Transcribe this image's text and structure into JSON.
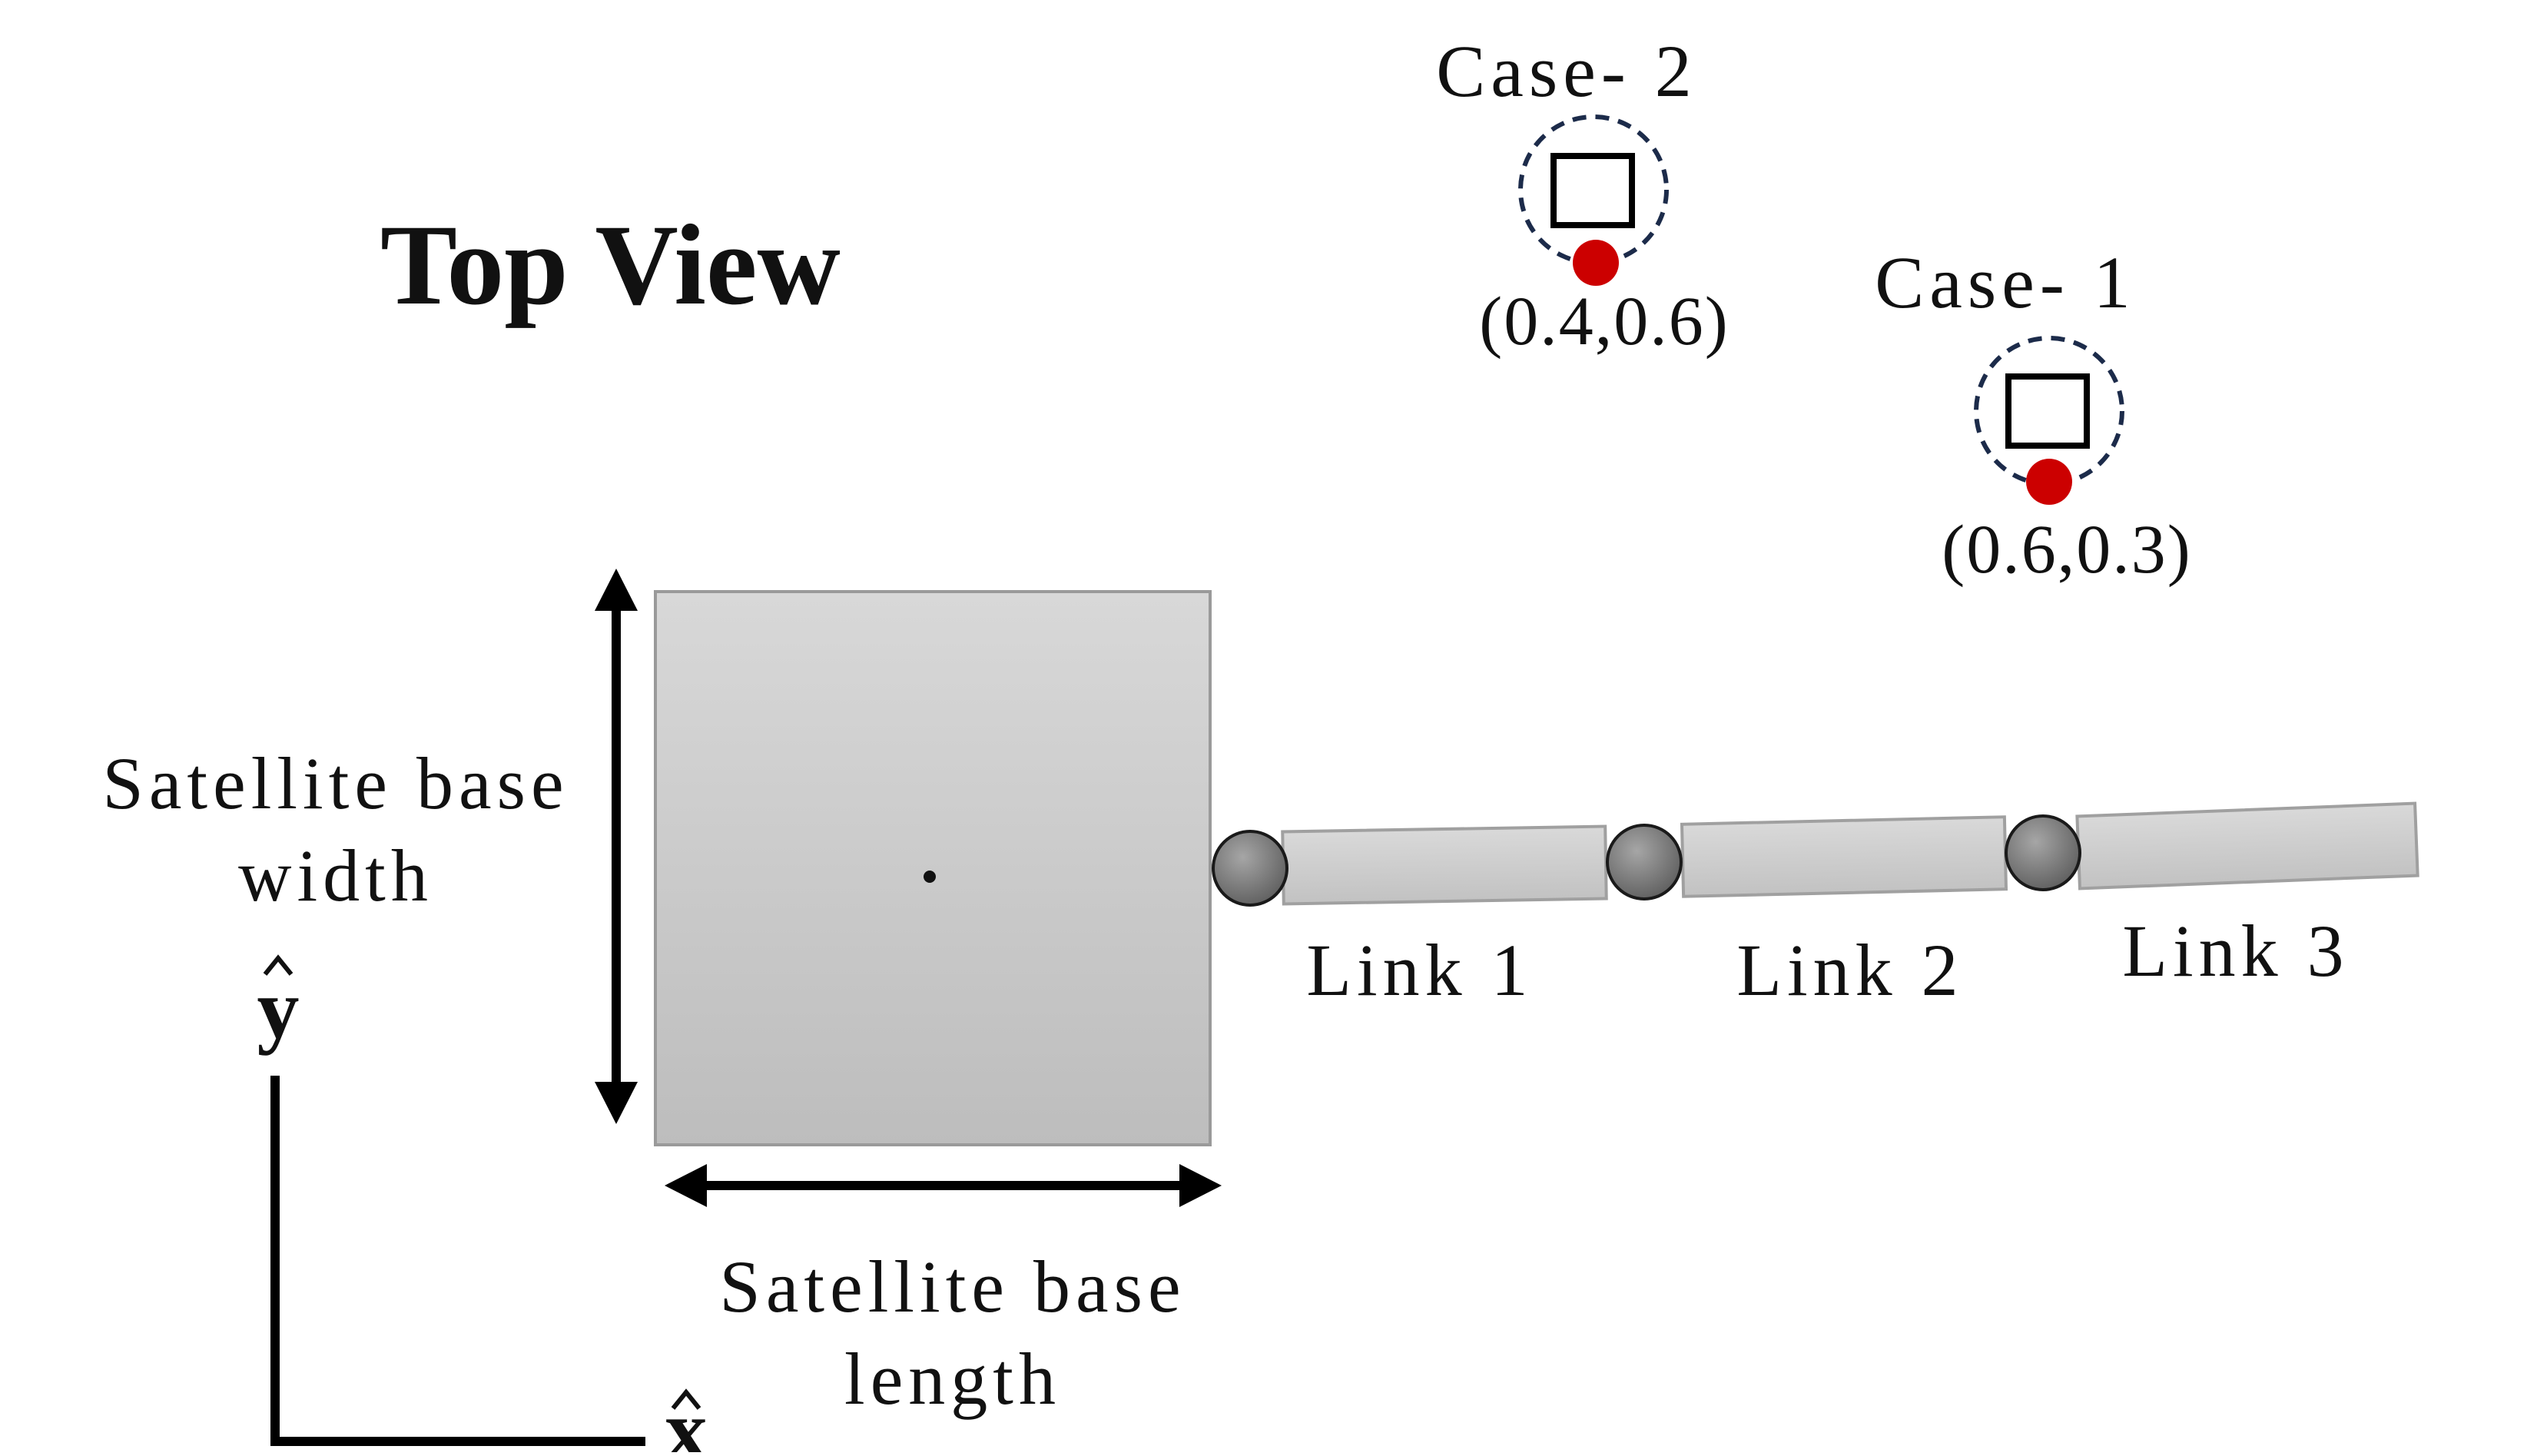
{
  "title": "Top View",
  "base": {
    "width_label_line1": "Satellite base",
    "width_label_line2": "width",
    "length_label_line1": "Satellite base",
    "length_label_line2": "length"
  },
  "links": [
    "Link 1",
    "Link 2",
    "Link 3"
  ],
  "cases": [
    {
      "name": "Case- 2",
      "coord": "(0.4,0.6)"
    },
    {
      "name": "Case- 1",
      "coord": "(0.6,0.3)"
    }
  ],
  "axes": {
    "x": "x",
    "y": "y"
  },
  "colors": {
    "base_top": "#d8d8d8",
    "base_bottom": "#bdbdbd",
    "link_fill": "#cccccc",
    "joint_fill": "#7a7a7a",
    "target_dot": "#cc0000",
    "dashed_circle": "#1c2b4a"
  }
}
